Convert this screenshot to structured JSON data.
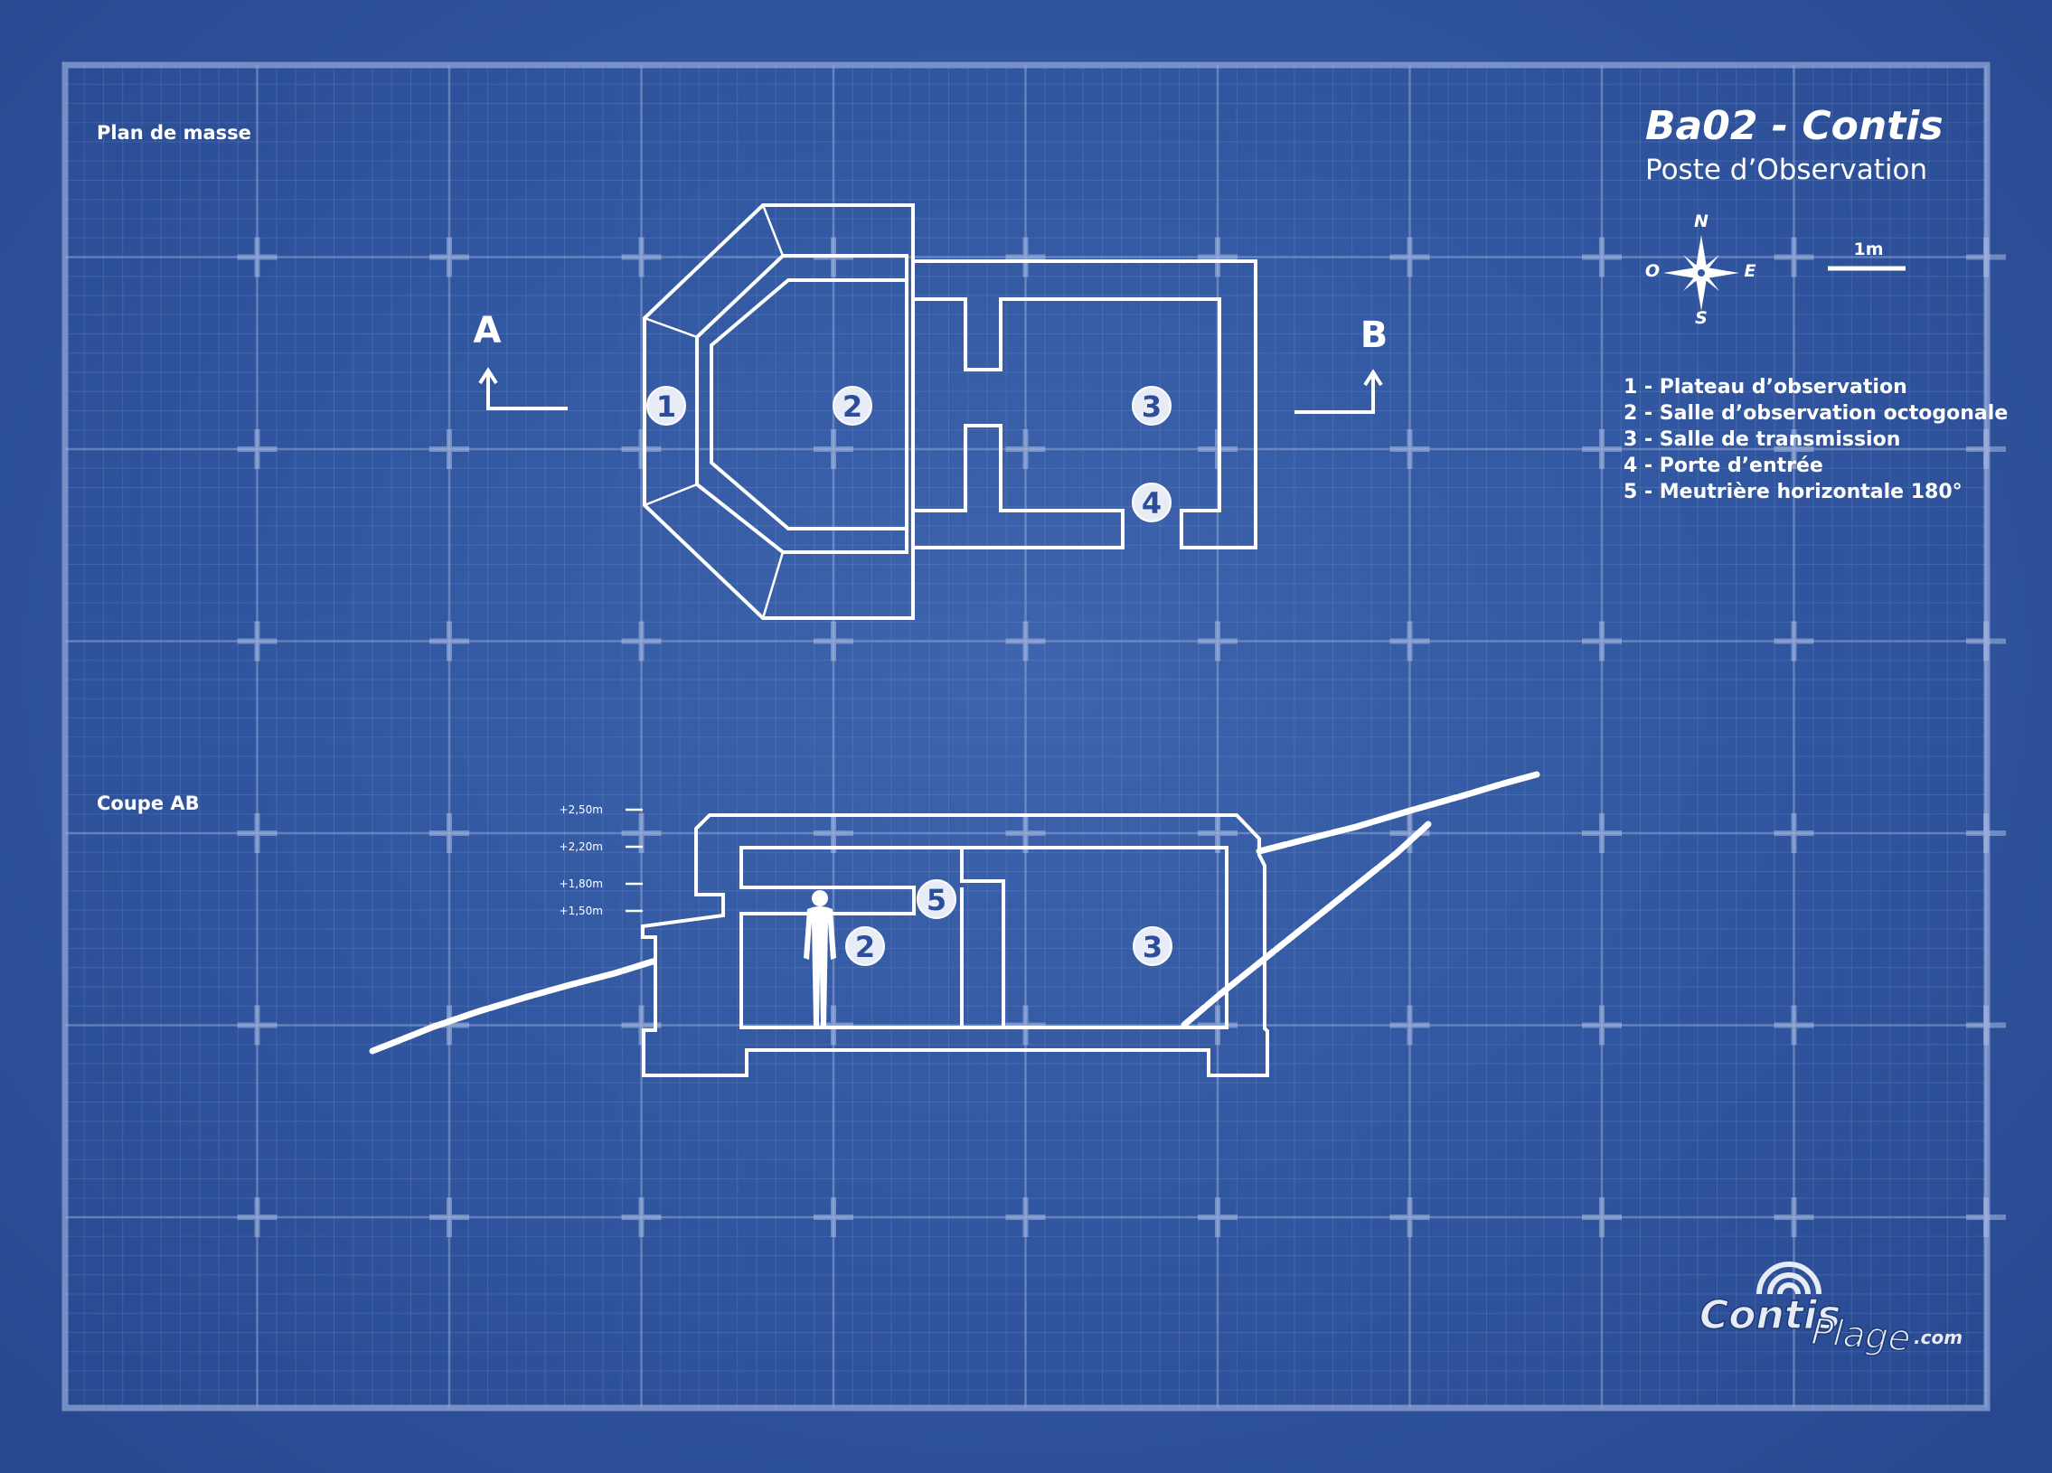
{
  "sheet": {
    "title": "Ba02 - Contis",
    "subtitle": "Poste d’Observation"
  },
  "plan": {
    "heading": "Plan de masse",
    "section_a": "A",
    "section_b": "B",
    "room_numbers": [
      "1",
      "2",
      "3",
      "4"
    ]
  },
  "compass": {
    "north": "N",
    "south": "S",
    "east": "E",
    "west": "O"
  },
  "scale": {
    "label": "1m"
  },
  "legend": [
    "1 - Plateau d’observation",
    "2 - Salle d’observation octogonale",
    "3 - Salle de transmission",
    "4 - Porte d’entrée",
    "5 -  Meutrière horizontale 180°"
  ],
  "section": {
    "heading": "Coupe AB",
    "levels": [
      "+2,50m",
      "+2,20m",
      "+1,80m",
      "+1,50m"
    ],
    "room_numbers": [
      "5",
      "2",
      "3"
    ]
  },
  "logo": {
    "name": "ContisPlage.com",
    "word1": "Contis",
    "word2": "Plage",
    "word3": ".com"
  },
  "colors": {
    "background": "#3258a2",
    "lines": "#ffffff",
    "badge": "#e8ecf7",
    "badge_text": "#2b4d9a"
  }
}
